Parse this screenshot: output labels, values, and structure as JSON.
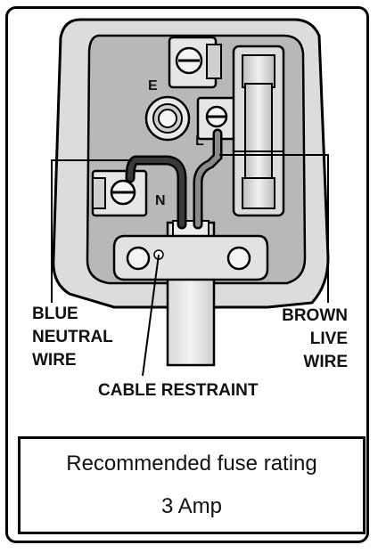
{
  "terminals": {
    "earth": "E",
    "live": "L",
    "neutral": "N"
  },
  "labels": {
    "blue_neutral": [
      "BLUE",
      "NEUTRAL",
      "WIRE"
    ],
    "brown_live": [
      "BROWN",
      "LIVE",
      "WIRE"
    ],
    "cable_restraint": "CABLE RESTRAINT"
  },
  "fuse_info": {
    "title": "Recommended fuse rating",
    "value": "3 Amp"
  },
  "colors": {
    "outline": "#000000",
    "plug_body": "#c9c9c9",
    "plug_inner": "#a9a9a9",
    "brown_wire": "#8a8a8a",
    "blue_wire": "#3a3a3a"
  }
}
